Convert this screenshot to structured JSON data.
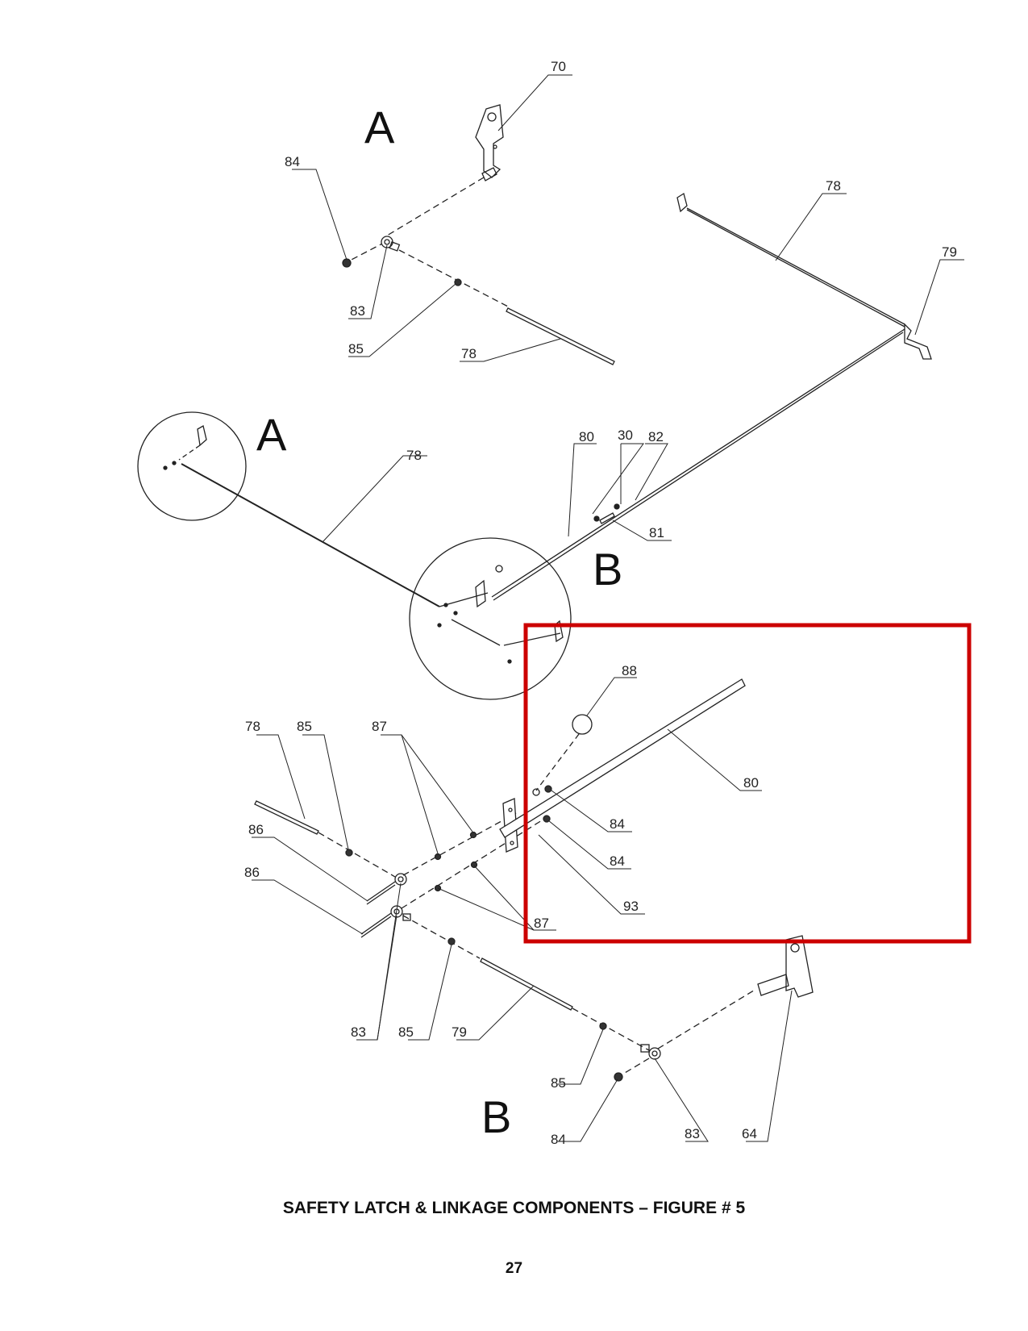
{
  "view_labels": {
    "a_top": "A",
    "a_mid": "A",
    "b_mid": "B",
    "b_bottom": "B"
  },
  "callouts": {
    "c70": "70",
    "c84_top": "84",
    "c83_top": "83",
    "c85_top": "85",
    "c78_top": "78",
    "c78_right": "78",
    "c79_right": "79",
    "c78_mid": "78",
    "c80_mid": "80",
    "c30": "30",
    "c82": "82",
    "c81": "81",
    "c88": "88",
    "c80_detail": "80",
    "c84_d1": "84",
    "c84_d2": "84",
    "c93": "93",
    "c87_right": "87",
    "c78_b": "78",
    "c85_b": "85",
    "c87_b": "87",
    "c86_a": "86",
    "c86_b": "86",
    "c83_b": "83",
    "c85_b2": "85",
    "c79_b": "79",
    "c85_b3": "85",
    "c84_b": "84",
    "c83_b2": "83",
    "c64": "64"
  },
  "caption": "SAFETY LATCH & LINKAGE COMPONENTS – FIGURE # 5",
  "page_number": "27",
  "colors": {
    "line": "#222222",
    "highlight": "#cc0000"
  }
}
